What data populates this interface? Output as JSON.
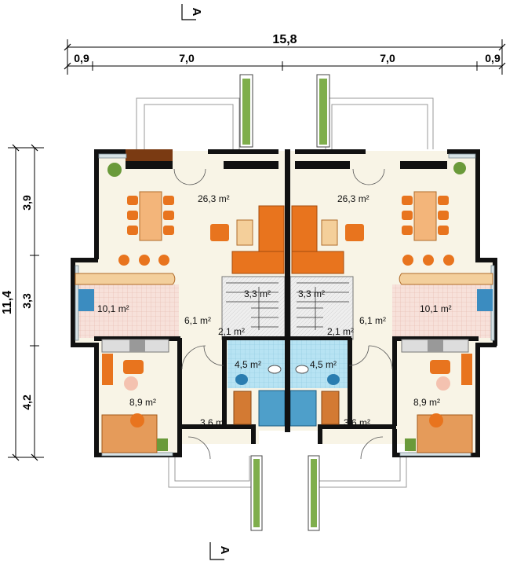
{
  "dimensions": {
    "total_width": "15,8",
    "widths": [
      "0,9",
      "7,0",
      "7,0",
      "0,9"
    ],
    "total_depth": "11,4",
    "depths": [
      "3,9",
      "3,3",
      "4,2"
    ]
  },
  "section_marks": {
    "top": "A",
    "bottom": "A"
  },
  "areas": {
    "living_left": "26,3 m²",
    "living_right": "26,3 m²",
    "kitchen_left": "10,1 m²",
    "kitchen_right": "10,1 m²",
    "stairs_left": "3,3 m²",
    "stairs_right": "3,3 m²",
    "hall_left": "6,1 m²",
    "hall_right": "6,1 m²",
    "closet_left": "2,1 m²",
    "closet_right": "2,1 m²",
    "bath_left": "4,5 m²",
    "bath_right": "4,5 m²",
    "room_left": "8,9 m²",
    "room_right": "8,9 m²",
    "entry_left": "3,6 m²",
    "entry_right": "3,6 m²"
  },
  "colors": {
    "wall": "#111111",
    "floor": "#f7f3e6",
    "tile": "#f4d7cf",
    "bath": "#a9dcf0",
    "sofa": "#e8741e",
    "table": "#f3b57a",
    "plant": "#6a9a3a",
    "window": "#c9d6db"
  }
}
